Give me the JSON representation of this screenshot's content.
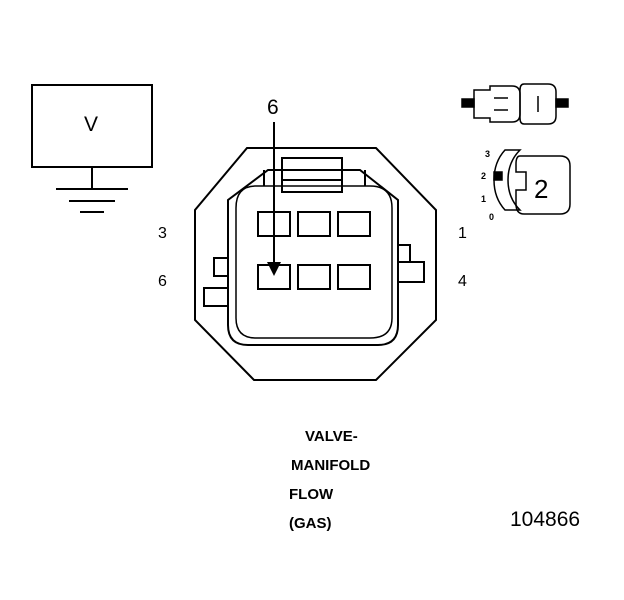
{
  "meter": {
    "symbol": "V"
  },
  "connector": {
    "probe_pin": "6",
    "pin_labels": {
      "top_left": "3",
      "bottom_left": "6",
      "top_right": "1",
      "bottom_right": "4"
    }
  },
  "inset": {
    "position_scale": [
      "3",
      "2",
      "1",
      "0"
    ],
    "latch_position": "2"
  },
  "caption": {
    "lines": [
      "VALVE-",
      "MANIFOLD",
      "FLOW",
      "(GAS)"
    ]
  },
  "reference_number": "104866"
}
